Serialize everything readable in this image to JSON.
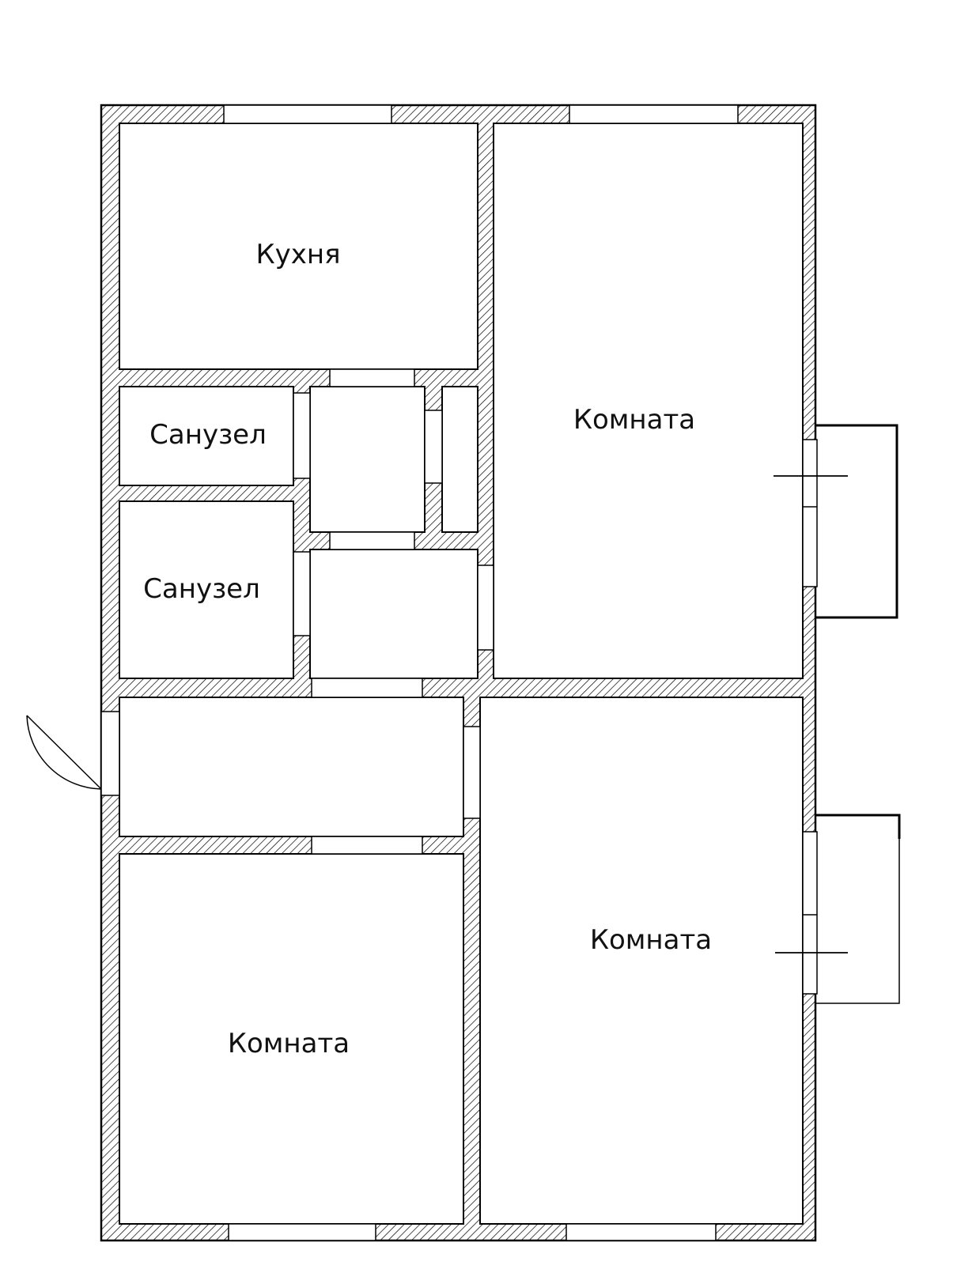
{
  "colors": {
    "wall_hatch": "#000000",
    "background": "#ffffff",
    "line": "#000000"
  },
  "rooms": {
    "kitchen": {
      "label": "Кухня"
    },
    "bath1": {
      "label": "Санузел"
    },
    "bath2": {
      "label": "Санузел"
    },
    "room_top_right": {
      "label": "Комната"
    },
    "room_bottom_right": {
      "label": "Комната"
    },
    "room_bottom_left": {
      "label": "Комната"
    }
  }
}
